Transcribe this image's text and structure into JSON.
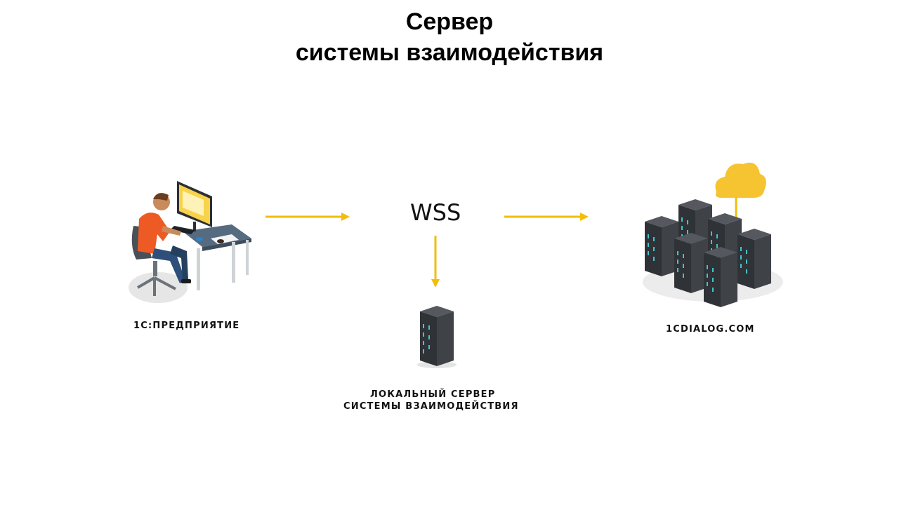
{
  "title": {
    "line1": "Сервер",
    "line2": "системы взаимодействия"
  },
  "nodes": {
    "client": "1С:ПРЕДПРИЯТИЕ",
    "cloud": "1CDIALOG.COM",
    "local_line1": "ЛОКАЛЬНЫЙ СЕРВЕР",
    "local_line2": "СИСТЕМЫ ВЗАИМОДЕЙСТВИЯ"
  },
  "protocol": "WSS",
  "colors": {
    "arrow": "#F2BD0C",
    "cloud": "#F6C331",
    "server_body": "#3A3D42",
    "server_led": "#3EC6C9"
  },
  "icons": [
    "person-at-computer-icon",
    "server-rack-icon",
    "server-cluster-icon",
    "cloud-icon"
  ]
}
